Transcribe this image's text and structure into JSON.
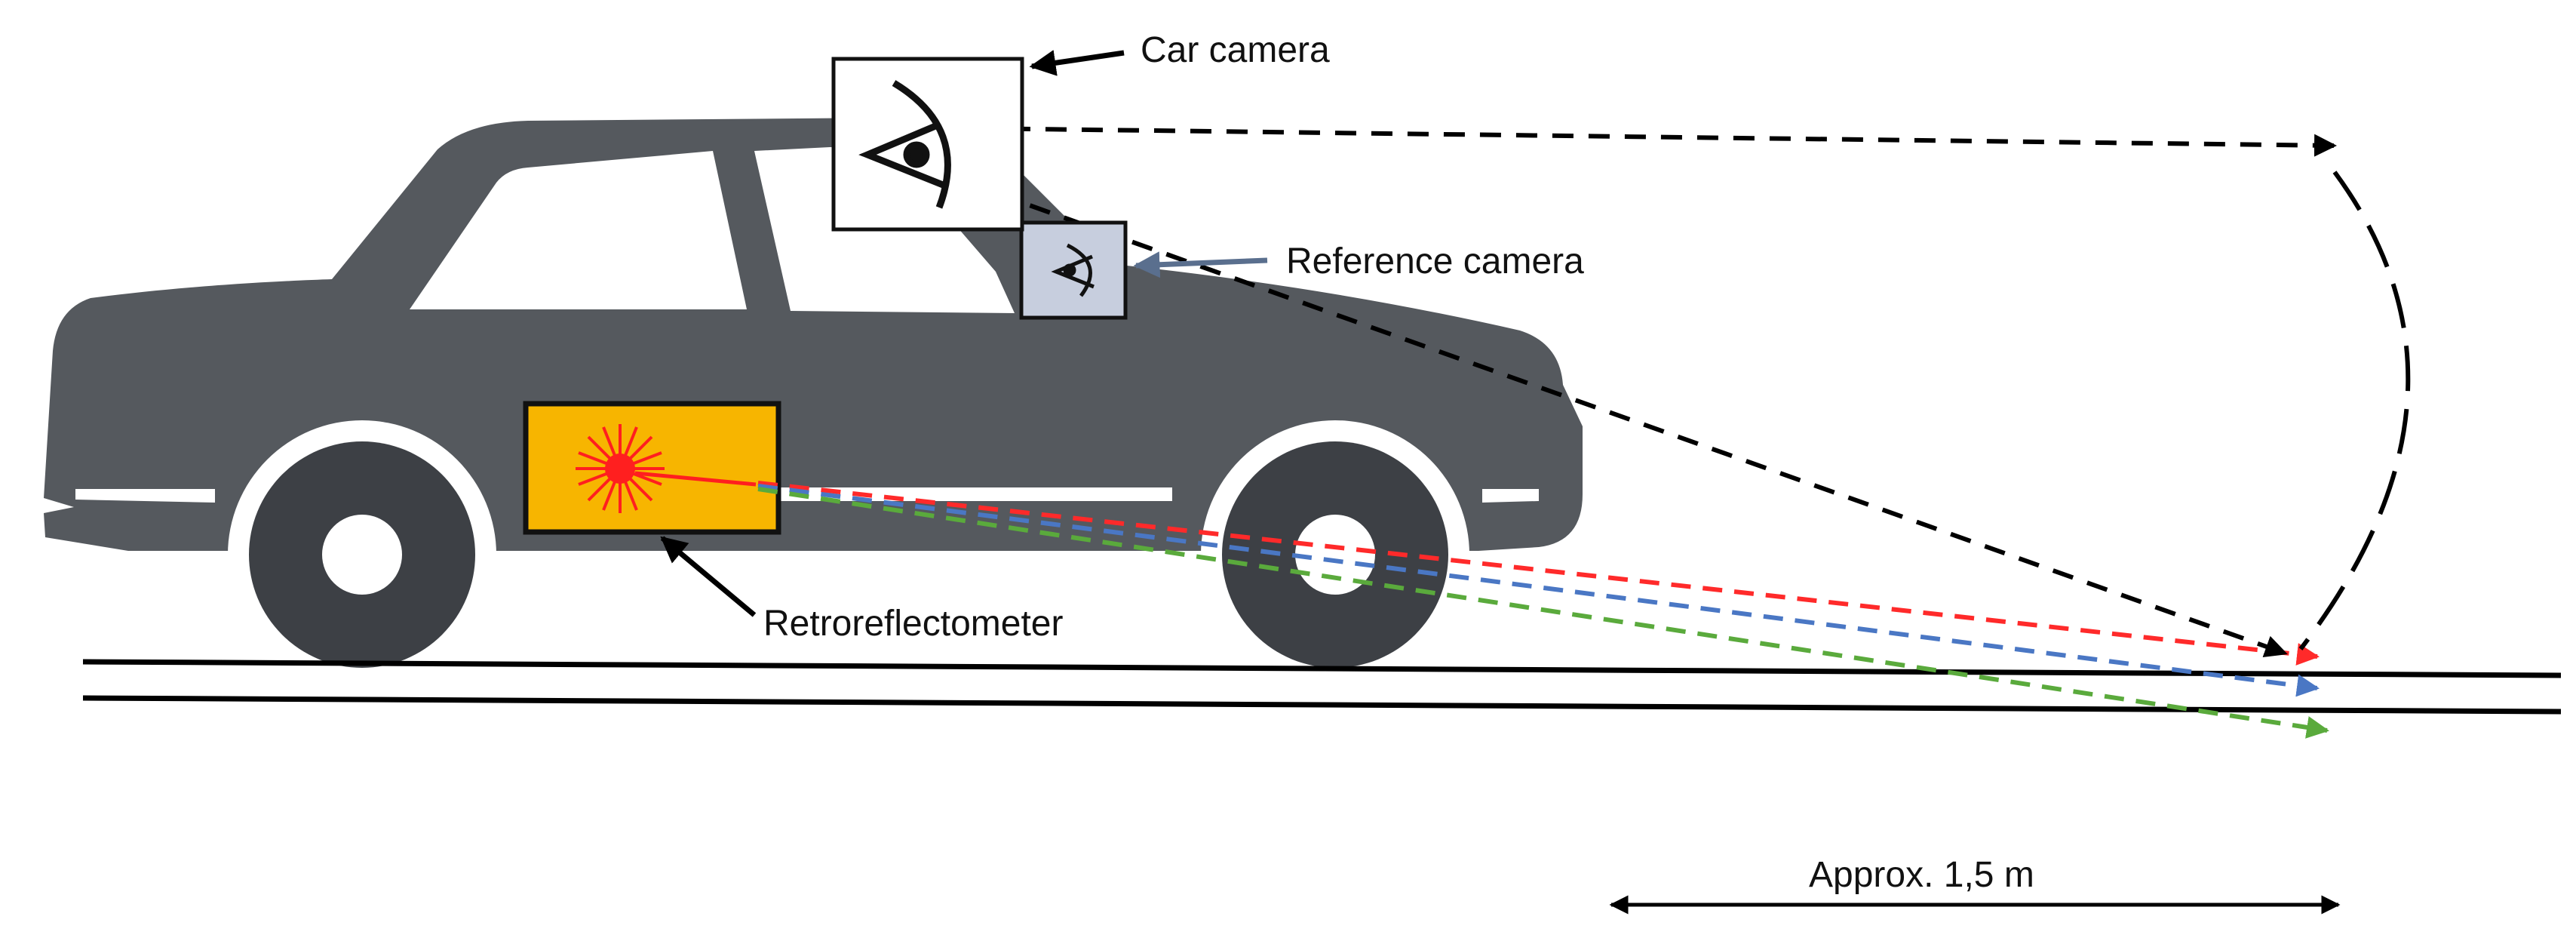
{
  "labels": {
    "car_camera": "Car camera",
    "reference_camera": "Reference camera",
    "retroreflectometer": "Retroreflectometer",
    "distance": "Approx. 1,5 m"
  },
  "colors": {
    "car_body": "#55595e",
    "wheel_dark": "#3d4045",
    "reference_box": "#c7cede",
    "meter_box": "#f7b500",
    "laser": "#ff1f1f",
    "red_ray": "#ff2a2a",
    "blue_ray": "#4a77c4",
    "green_ray": "#5aaa3c",
    "black": "#000000",
    "ref_arrow": "#5a6f8e"
  },
  "icons": {
    "car_camera": "eye-icon",
    "reference_camera": "eye-icon",
    "laser": "laser-burst-icon"
  }
}
